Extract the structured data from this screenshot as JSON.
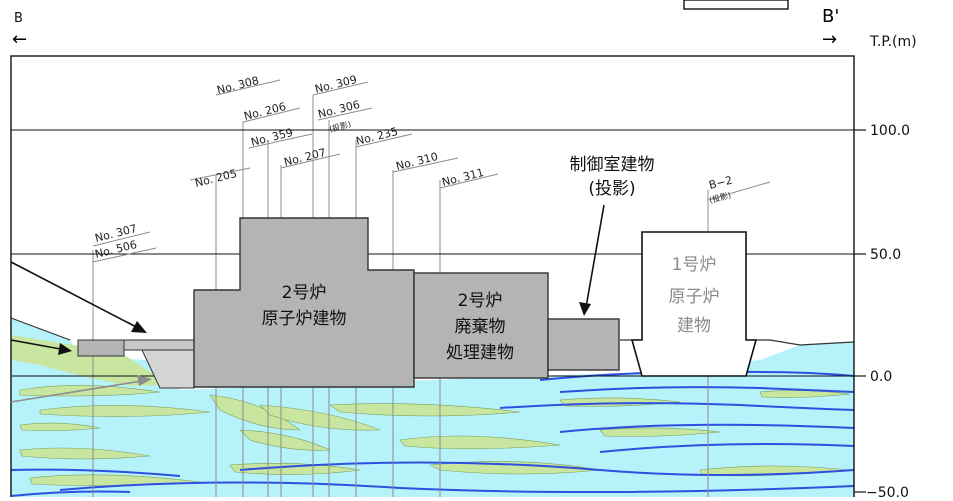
{
  "section": {
    "left_mark": "B",
    "right_mark": "B'",
    "arrow_left": "←",
    "arrow_right": "→"
  },
  "axis": {
    "unit_label": "T.P.(m)",
    "ticks": [
      {
        "value": 100,
        "label": "100.0"
      },
      {
        "value": 50,
        "label": "50.0"
      },
      {
        "value": 0,
        "label": "0.0"
      },
      {
        "value": -50,
        "label": "−50.0"
      }
    ]
  },
  "boreholes": [
    {
      "id": "no307",
      "text": "No. 307"
    },
    {
      "id": "no506",
      "text": "No. 506"
    },
    {
      "id": "no205",
      "text": "No. 205"
    },
    {
      "id": "no308",
      "text": "No. 308"
    },
    {
      "id": "no206",
      "text": "No. 206"
    },
    {
      "id": "no359",
      "text": "No. 359"
    },
    {
      "id": "no207",
      "text": "No. 207"
    },
    {
      "id": "no309",
      "text": "No. 309"
    },
    {
      "id": "no306",
      "text": "No. 306",
      "sub": "(投影)"
    },
    {
      "id": "no235",
      "text": "No. 235"
    },
    {
      "id": "no310",
      "text": "No. 310"
    },
    {
      "id": "no311",
      "text": "No. 311"
    },
    {
      "id": "b2",
      "text": "B−2",
      "sub": "(投影)"
    }
  ],
  "buildings": {
    "reactor2": [
      "2号炉",
      "原子炉建物"
    ],
    "waste2": [
      "2号炉",
      "廃棄物",
      "処理建物"
    ],
    "control": [
      "制御室建物",
      "(投影)"
    ],
    "reactor1": [
      "1号炉",
      "原子炉",
      "建物"
    ]
  },
  "colors": {
    "building": "#b4b4b4",
    "building_light": "#c8c8c8",
    "groundwater": "#b6f2fa",
    "rock_layer": "#c9e6a0",
    "blue_line": "#2f4fe0"
  }
}
